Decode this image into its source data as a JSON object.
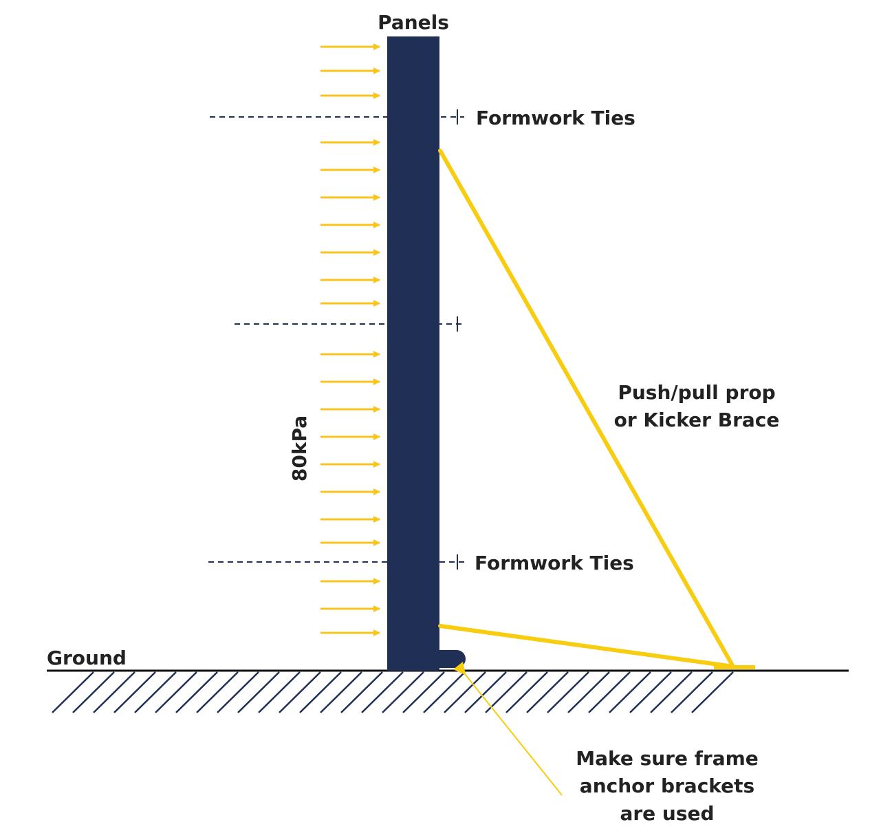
{
  "labels": {
    "panels": "Panels",
    "ties_top": "Formwork Ties",
    "ties_bottom": "Formwork Ties",
    "prop_line1": "Push/pull prop",
    "prop_line2": "or Kicker Brace",
    "pressure": "80kPa",
    "ground": "Ground",
    "note_line1": "Make sure frame",
    "note_line2": "anchor brackets",
    "note_line3": "are used"
  },
  "colors": {
    "panel": "#202f55",
    "arrow": "#f8c51c",
    "prop": "#f8cc0f",
    "text": "#222222",
    "ground": "#111111",
    "hatch": "#202f55"
  }
}
